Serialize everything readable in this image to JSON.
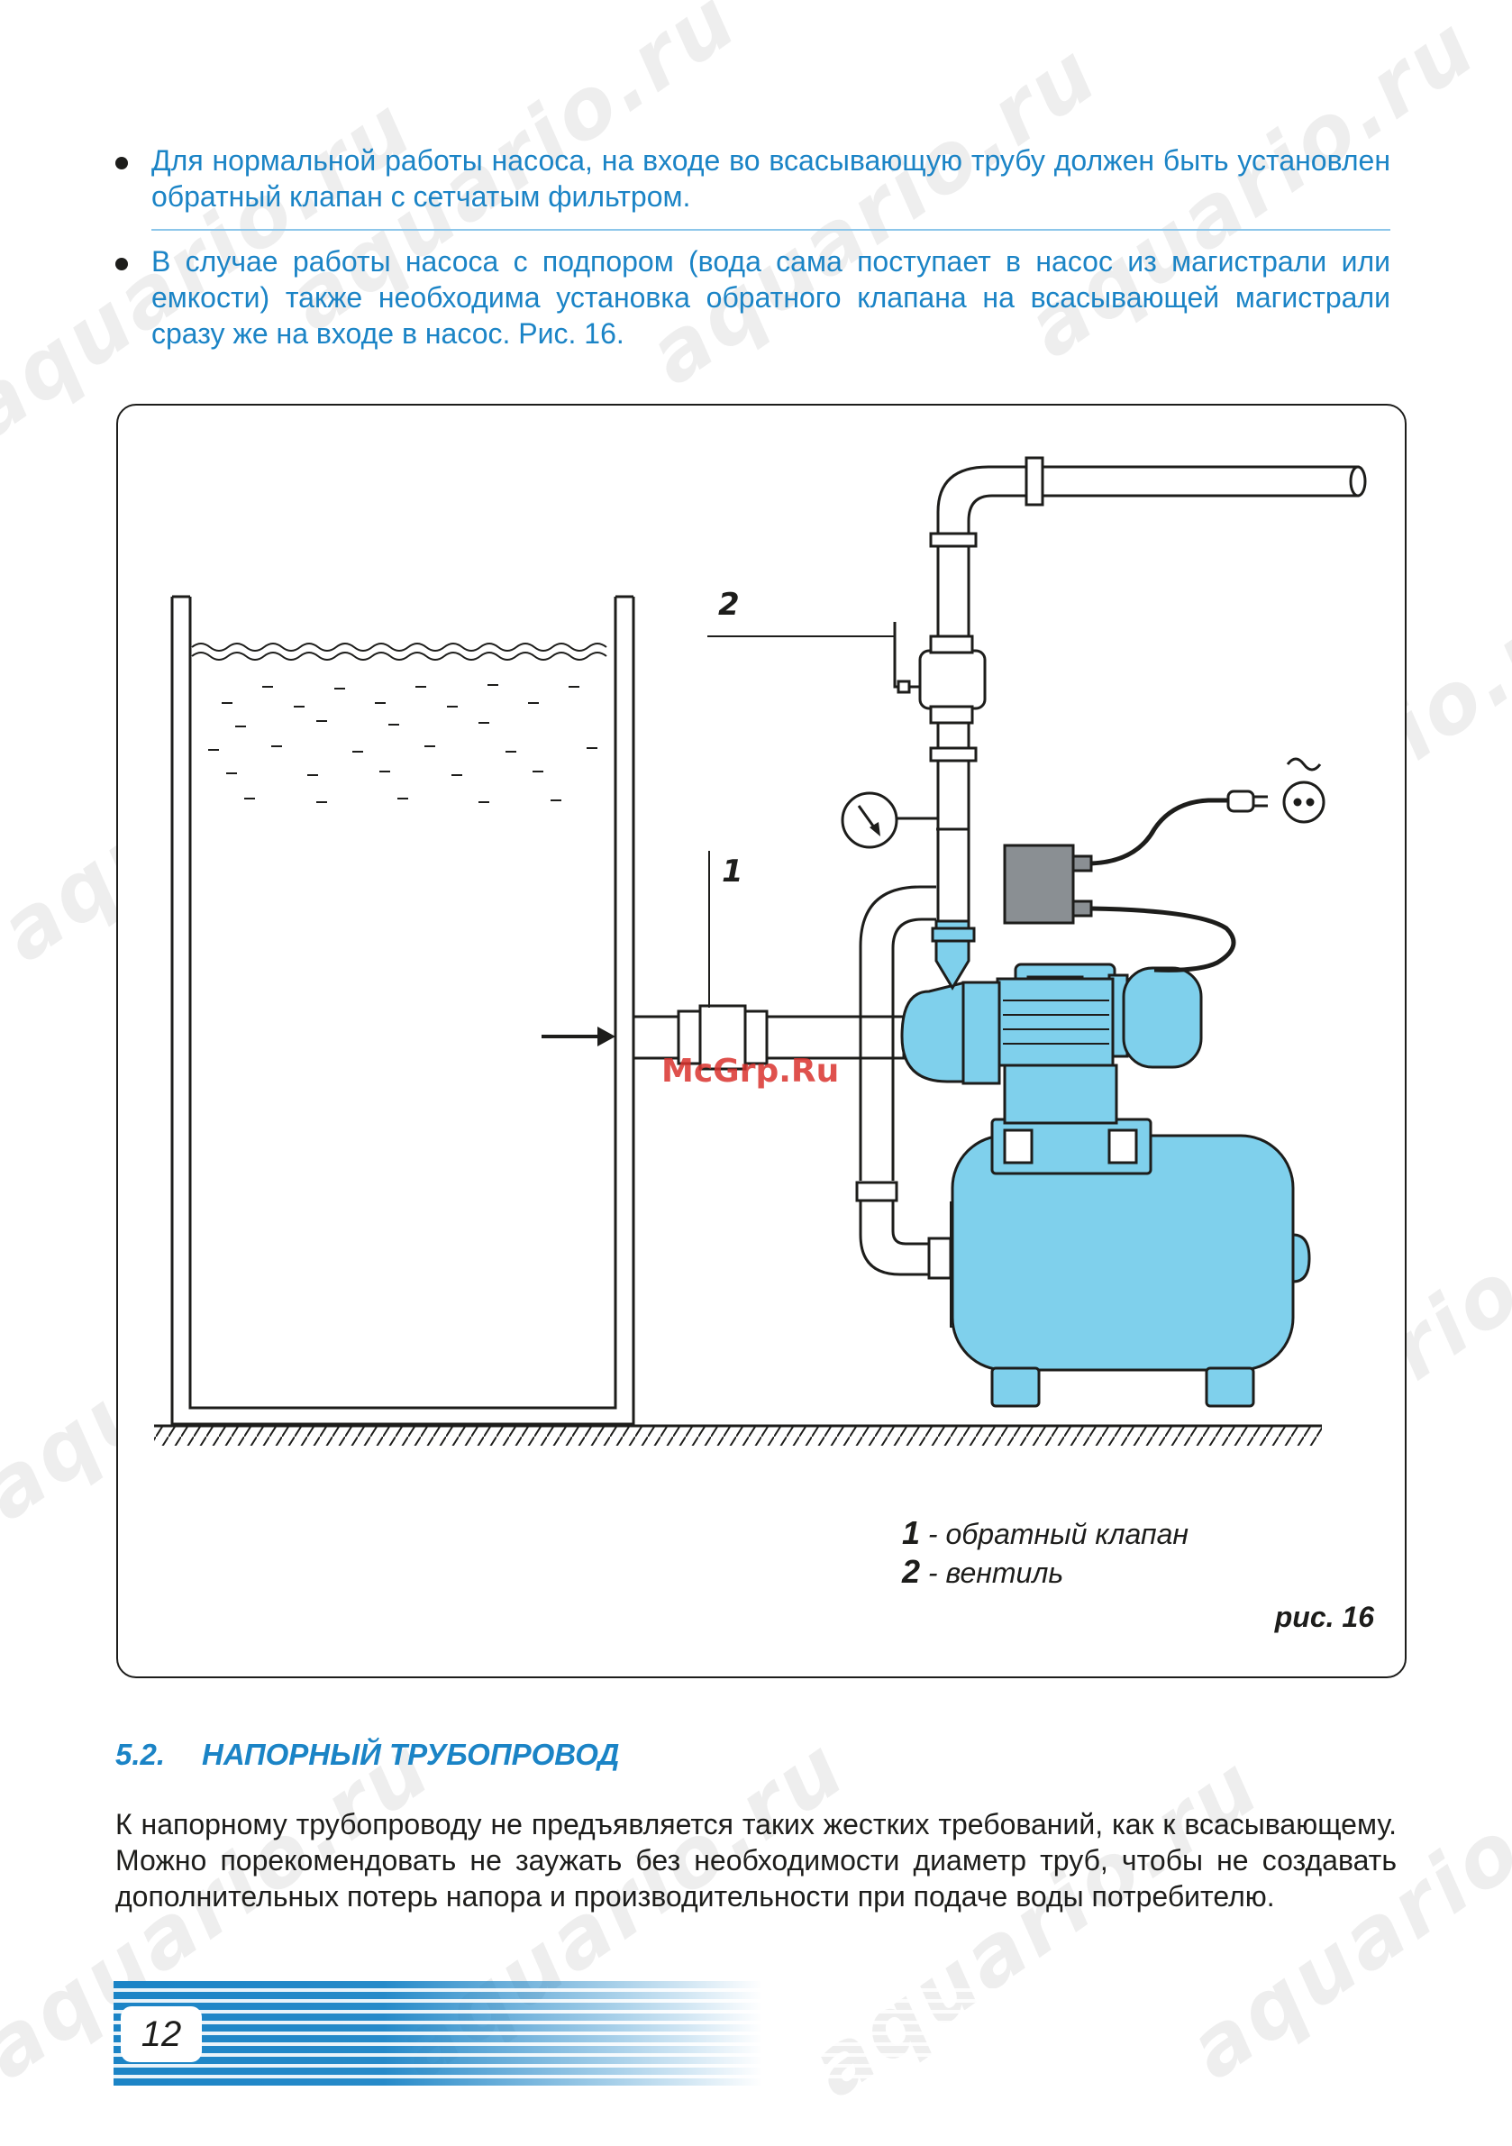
{
  "watermark": {
    "text": "aquario.ru"
  },
  "bullets": [
    "Для нормальной работы насоса, на входе во всасывающую трубу должен быть установлен обратный клапан с сетчатым фильтром.",
    "В случае работы насоса с подпором (вода сама поступает в насос из магистрали или емкости) также необходима установка обратного клапана на всасывающей магистрали сразу же на входе в насос. Рис. 16."
  ],
  "figure": {
    "callout_1": "1",
    "callout_2": "2",
    "stamp": "McGrp.Ru",
    "legend": [
      {
        "num": "1",
        "text": " - обратный клапан"
      },
      {
        "num": "2",
        "text": " - вентиль"
      }
    ],
    "caption": "рис. 16",
    "colors": {
      "pump_blue": "#7fd0ec",
      "outline": "#1d1d1b",
      "stamp_red": "#d9332e"
    }
  },
  "section": {
    "number": "5.2.",
    "title": "НАПОРНЫЙ ТРУБОПРОВОД",
    "text": "К напорному трубопроводу не предъявляется таких жестких требований, как к всасывающему. Можно порекомендовать не заужать без необходимости диаметр труб, чтобы не создавать дополнительных потерь напора и производительности при подаче воды потребителю."
  },
  "footer": {
    "page_number": "12",
    "accent": "#1b84c6"
  }
}
